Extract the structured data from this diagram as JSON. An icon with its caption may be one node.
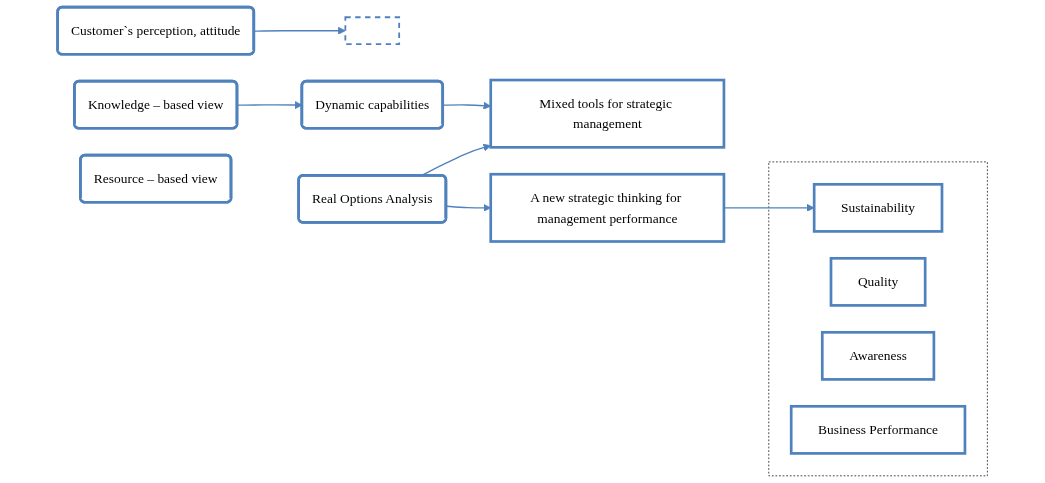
{
  "diagram": {
    "nodes": [
      {
        "text": [
          "Customer`s perception, attitude"
        ]
      },
      {
        "text": [],
        "shape": "bar"
      },
      {
        "text": [
          "Knowledge – based view"
        ]
      },
      {
        "text": [
          "Resource – based view"
        ]
      },
      {
        "text": [
          "Dynamic capabilities"
        ]
      },
      {
        "text": [
          "Real Options Analysis"
        ]
      },
      {
        "text": [
          "Mixed tools for strategic management"
        ]
      },
      {
        "text": [
          "A new strategic thinking for management performance"
        ]
      },
      {
        "text": [],
        "shape": "box"
      },
      {
        "text": [
          "Sustainability"
        ],
        "in": 8
      },
      {
        "text": [
          "Quality"
        ],
        "in": 8
      },
      {
        "text": [
          "Awareness"
        ],
        "in": 8
      },
      {
        "text": [
          "Business Performance"
        ],
        "in": 8
      }
    ],
    "edges": [
      {
        "from": 0,
        "to": 1,
        "arrow": "to"
      },
      {
        "from": 2,
        "to": 4,
        "arrow": "to"
      },
      {
        "from": 4,
        "to": 6,
        "arrow": "to"
      },
      {
        "from": 5,
        "to": 6,
        "arrow": "to"
      },
      {
        "from": 5,
        "to": 7,
        "arrow": "to"
      },
      {
        "from": 7,
        "to": 9,
        "arrow": "to"
      }
    ]
  }
}
